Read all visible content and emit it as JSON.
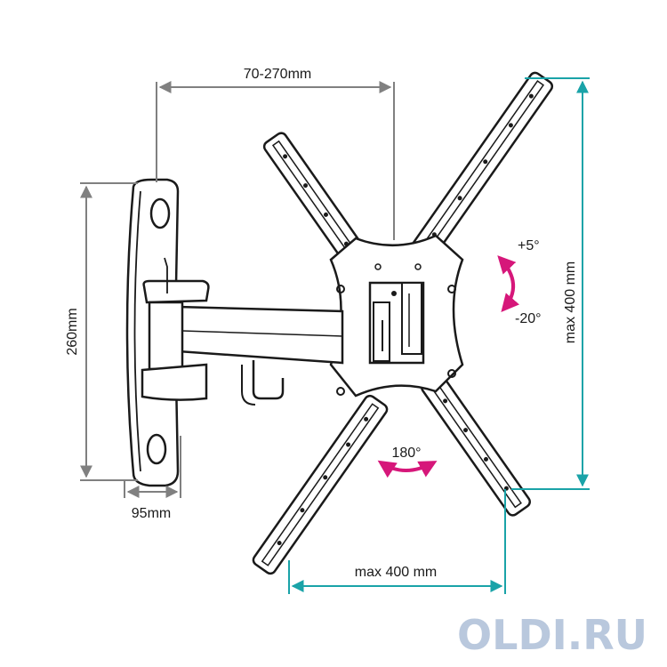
{
  "dimensions": {
    "arm_extension": "70-270mm",
    "wall_plate_height": "260mm",
    "wall_plate_depth": "95mm",
    "vesa_width": "max 400 mm",
    "vesa_height": "max 400 mm"
  },
  "adjustments": {
    "tilt_up": "+5°",
    "tilt_down": "-20°",
    "rotation": "180°"
  },
  "watermark": {
    "text": "OLDI.RU"
  },
  "colors": {
    "gray_dimension": "#808080",
    "teal_dimension": "#1aa3a8",
    "magenta_arrow": "#d6177a",
    "line": "#1a1a1a",
    "watermark": "#b9c8dd"
  }
}
